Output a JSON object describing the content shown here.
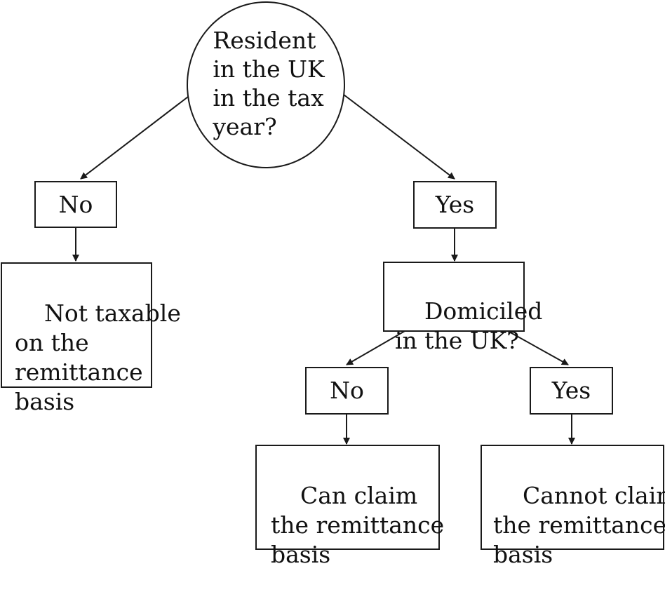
{
  "diagram": {
    "root": {
      "text": "Resident\nin the UK\nin the tax\nyear?"
    },
    "left_no": {
      "text": "No"
    },
    "left_result": {
      "text": "Not taxable\non the\nremittance\nbasis"
    },
    "right_yes": {
      "text": "Yes"
    },
    "domiciled": {
      "text": "Domiciled\nin the UK?"
    },
    "dom_no": {
      "text": "No"
    },
    "dom_yes": {
      "text": "Yes"
    },
    "can_claim": {
      "text": "Can claim\nthe remittance\nbasis"
    },
    "cannot_claim": {
      "text": "Cannot claim\nthe remittance\nbasis"
    }
  }
}
